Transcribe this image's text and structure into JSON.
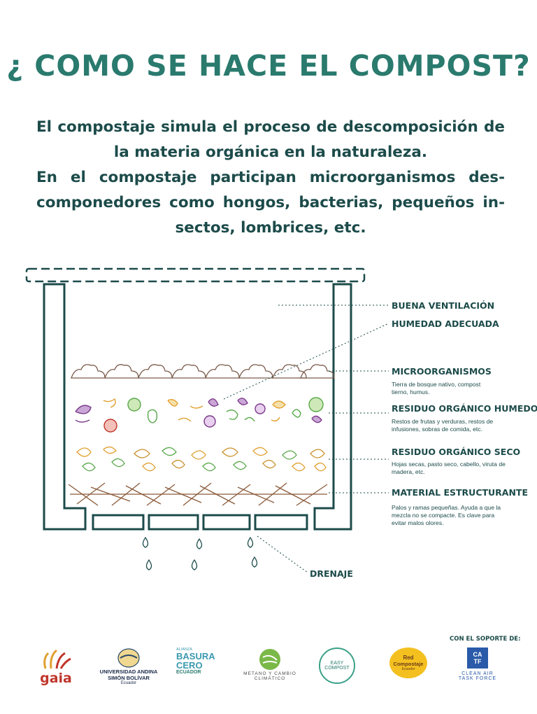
{
  "title": "¿ COMO SE HACE EL COMPOST?",
  "intro": {
    "line1": "El compostaje simula el proceso de descomposición de la materia orgánica en la naturaleza.",
    "line2": "En el compostaje participan microorganismos des-componedores como hongos, bacterias, pequeños in-sectos, lombrices, etc."
  },
  "diagram": {
    "layers": [
      {
        "head": "BUENA VENTILACIÓN",
        "desc": []
      },
      {
        "head": "HUMEDAD ADECUADA",
        "desc": []
      },
      {
        "head": "MICROORGANISMOS",
        "desc": [
          "Tierra de bosque nativo, compost",
          "tierno, humus."
        ]
      },
      {
        "head": "RESIDUO ORGÁNICO HUMEDO",
        "desc": [
          "Restos de frutas y verduras, restos de",
          "infusiones, sobras de comida, etc."
        ]
      },
      {
        "head": "RESIDUO ORGÁNICO SECO",
        "desc": [
          "Hojas secas, pasto seco, cabello, viruta de",
          "madera, etc."
        ]
      },
      {
        "head": "MATERIAL ESTRUCTURANTE",
        "desc": [
          "Palos y ramas pequeñas. Ayuda a que la",
          "mezcla no se compacte. Es clave para",
          "evitar malos olores."
        ]
      }
    ],
    "drain": "DRENAJE"
  },
  "support_label": "CON EL SOPORTE DE:",
  "logos": {
    "gaia": "gaia",
    "uasb": {
      "l1": "UNIVERSIDAD ANDINA",
      "l2": "SIMÓN BOLÍVAR",
      "l3": "Ecuador"
    },
    "basura": {
      "l1": "ALIANZA",
      "l2": "BASURA",
      "l3": "CERO",
      "l4": "ECUADOR"
    },
    "metano": {
      "l1": "METANO Y CAMBIO",
      "l2": "CLIMÁTICO"
    },
    "easy": {
      "l1": "EASY",
      "l2": "COMPOST"
    },
    "red": {
      "l1": "Red",
      "l2": "Compostaje",
      "l3": "Ecuador"
    },
    "catf": {
      "l1": "CA",
      "l2": "TF",
      "l3": "CLEAN AIR",
      "l4": "TASK FORCE"
    }
  },
  "colors": {
    "title": "#2a7a6e",
    "text": "#1c4b4a",
    "wet": "#7a3a8a",
    "green": "#58a84a",
    "orange": "#e0a030",
    "brown": "#8a5a3a",
    "gaia": "#c0362c"
  }
}
